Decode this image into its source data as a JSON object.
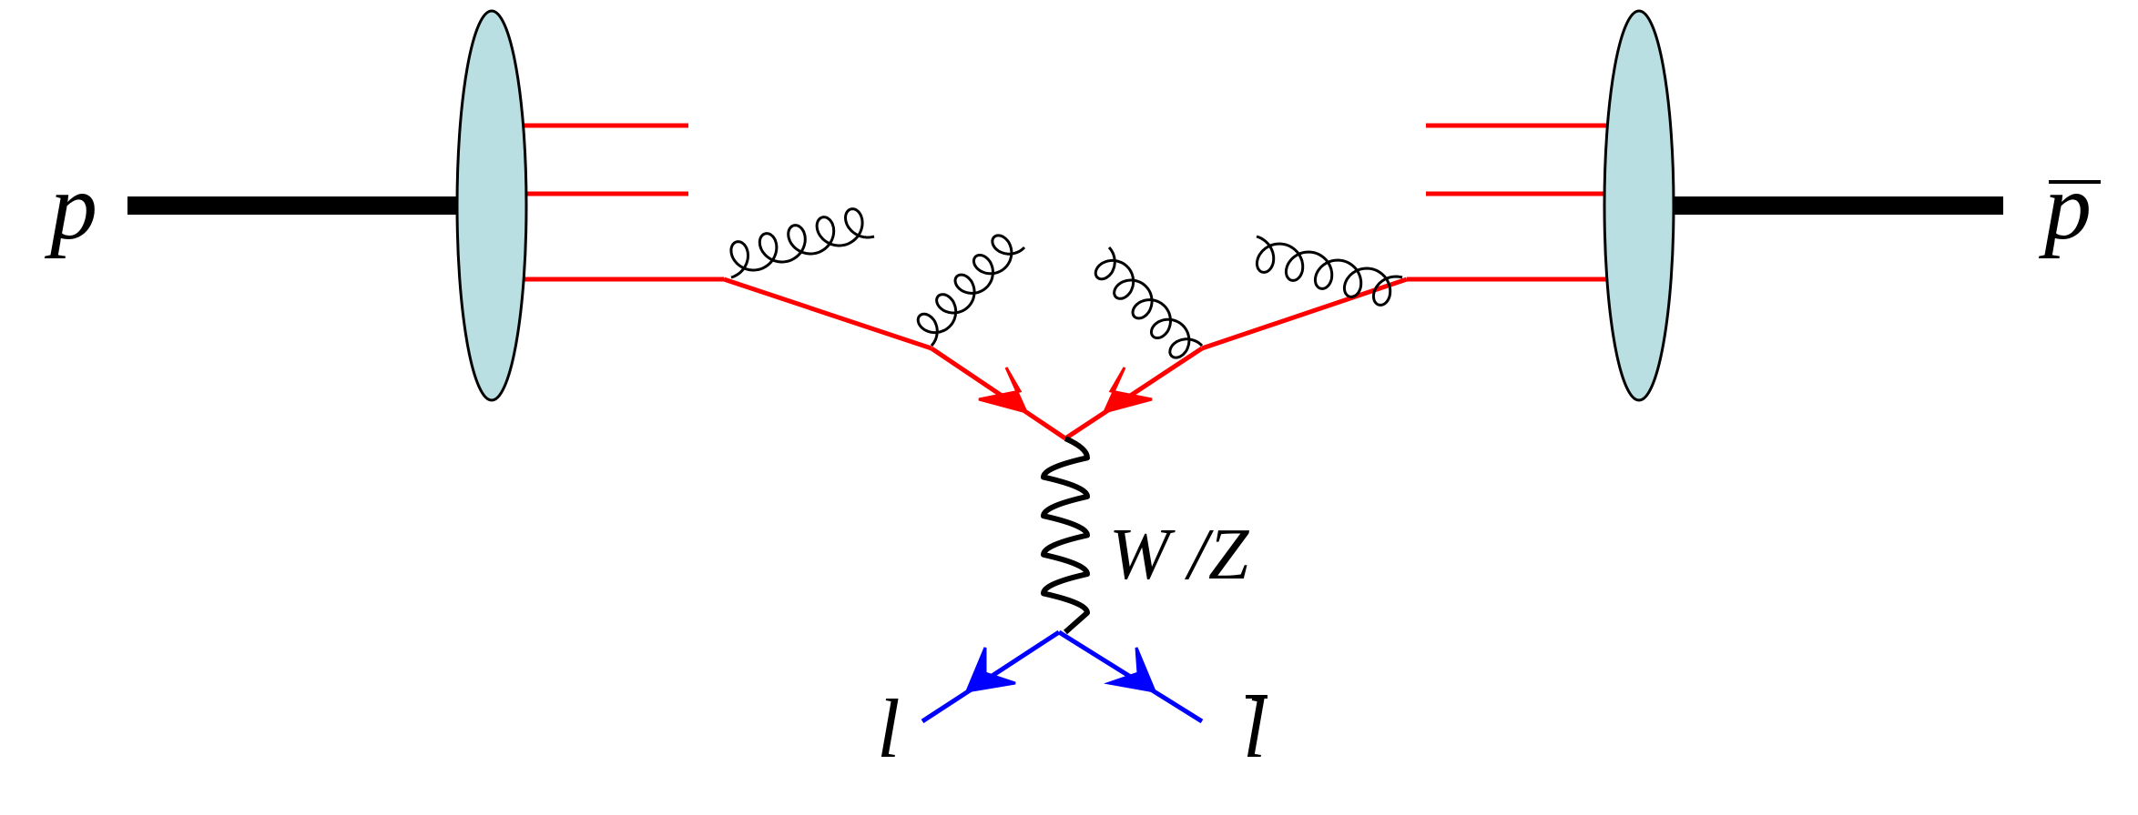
{
  "labels": {
    "proton": "p",
    "antiproton": "p",
    "boson": "W /Z",
    "lepton": "l",
    "antilepton": "l"
  },
  "colors": {
    "hadron_line": "#000000",
    "hadron_blob": "#b9dfe2",
    "quark": "#ff0000",
    "gluon": "#000000",
    "boson": "#000000",
    "lepton": "#0000ff"
  }
}
